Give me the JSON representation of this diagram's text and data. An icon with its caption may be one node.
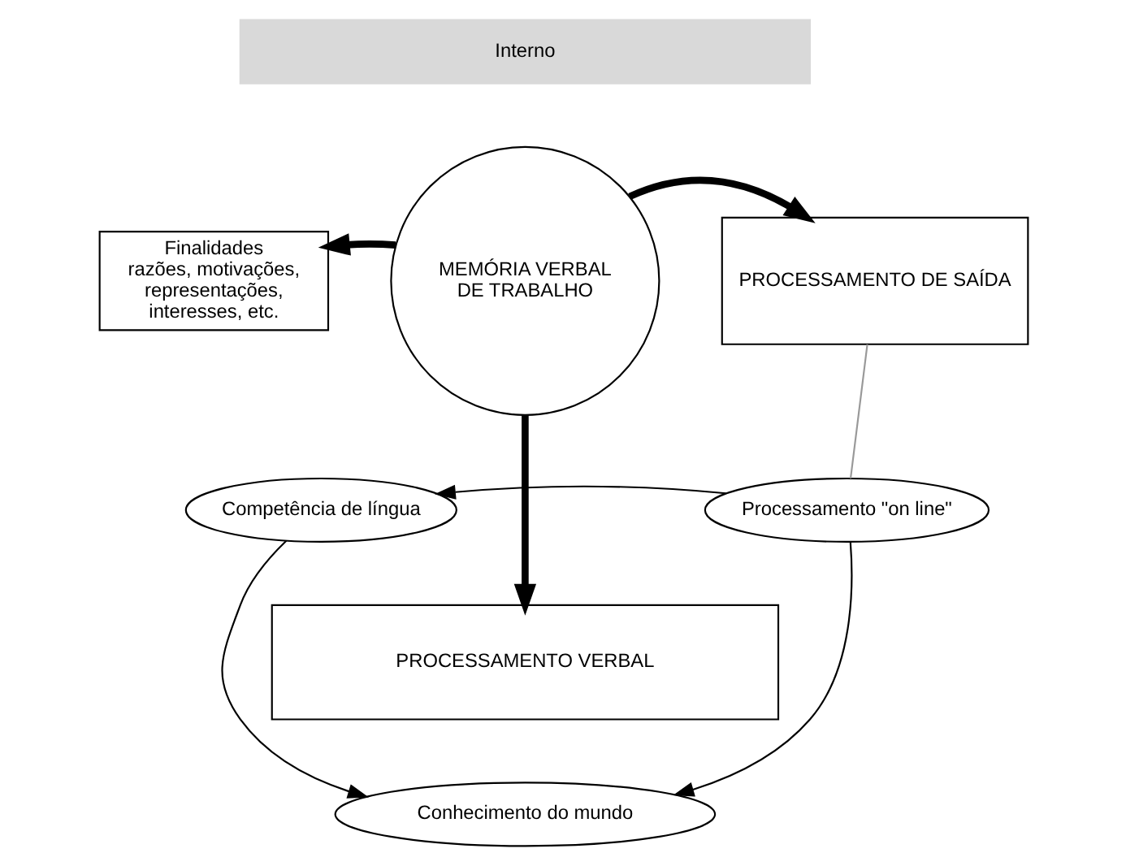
{
  "diagram": {
    "nodes": [
      {
        "text": [
          "Interno"
        ]
      },
      {
        "text": [
          "Finalidades",
          "razões, motivações, representações, interesses, etc."
        ]
      },
      {
        "text": [
          "MEMÓRIA VERBAL DE TRABALHO"
        ]
      },
      {
        "text": [
          "PROCESSAMENTO DE SAÍDA"
        ]
      },
      {
        "text": [
          "Competência de língua"
        ]
      },
      {
        "text": [
          "Processamento \"on line\""
        ]
      },
      {
        "text": [
          "PROCESSAMENTO VERBAL"
        ]
      },
      {
        "text": [
          "Conhecimento do mundo"
        ]
      }
    ],
    "edges": [
      {
        "from": 2,
        "to": 1,
        "arrow": "to",
        "style": "thick"
      },
      {
        "from": 2,
        "to": 3,
        "arrow": "to",
        "style": "thick"
      },
      {
        "from": 2,
        "to": 6,
        "arrow": "to",
        "style": "thick"
      },
      {
        "from": 5,
        "to": 3,
        "arrow": "none",
        "color": "#999999"
      },
      {
        "from": 5,
        "to": 4,
        "arrow": "to"
      },
      {
        "from": 4,
        "to": 7,
        "arrow": "to"
      },
      {
        "from": 5,
        "to": 7,
        "arrow": "to"
      }
    ]
  }
}
